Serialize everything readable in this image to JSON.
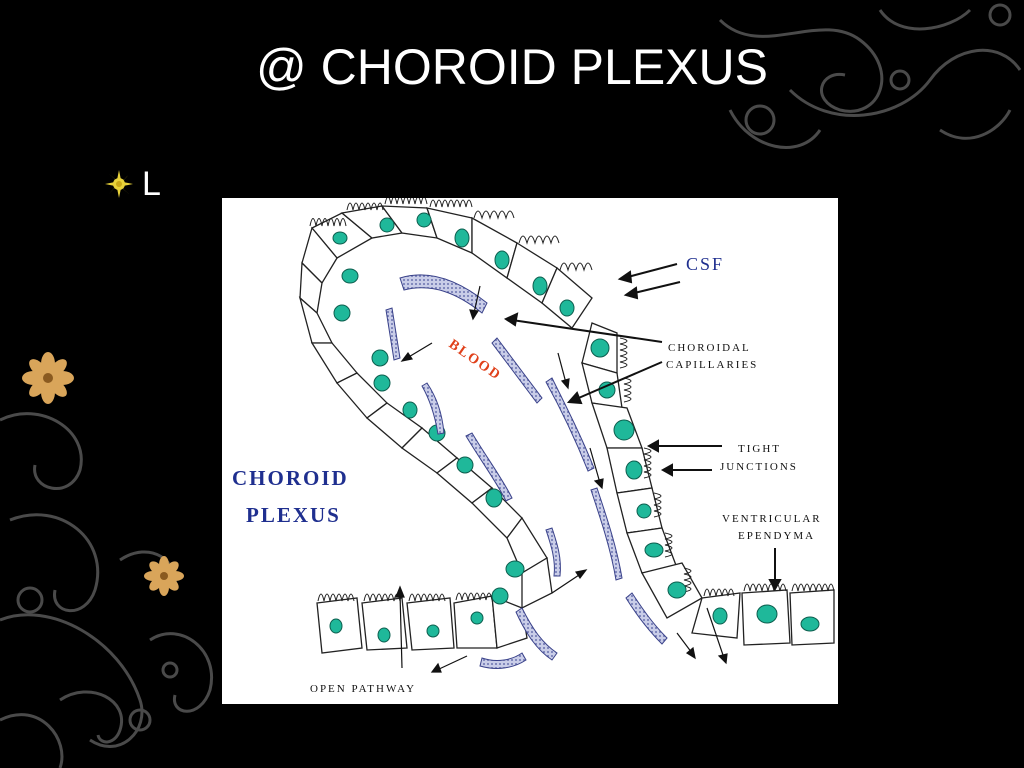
{
  "slide": {
    "title": "@ CHOROID PLEXUS",
    "bullet_text": "L"
  },
  "figure": {
    "labels": {
      "csf": "CSF",
      "choroidal_capillaries_line1": "CHOROIDAL",
      "choroidal_capillaries_line2": "CAPILLARIES",
      "blood": "BLOOD",
      "tight_junctions_line1": "TIGHT",
      "tight_junctions_line2": "JUNCTIONS",
      "choroid_plexus_line1": "CHOROID",
      "choroid_plexus_line2": "PLEXUS",
      "ventricular_ependyma_line1": "VENTRICULAR",
      "ventricular_ependyma_line2": "EPENDYMA",
      "open_pathway": "OPEN PATHWAY"
    }
  },
  "colors": {
    "background": "#000000",
    "title_text": "#ffffff",
    "label_blue": "#1f2f8f",
    "blood_red": "#e0401a",
    "nucleus_teal": "#1fb89a",
    "capillary_blue": "#8a92c8",
    "ornament_grey": "#555555",
    "flower_tan": "#d9a55a",
    "bullet_yellow": "#e8d23a"
  },
  "icons": {
    "bullet": "sun-burst-icon",
    "ornament_flower": "flower-icon"
  }
}
